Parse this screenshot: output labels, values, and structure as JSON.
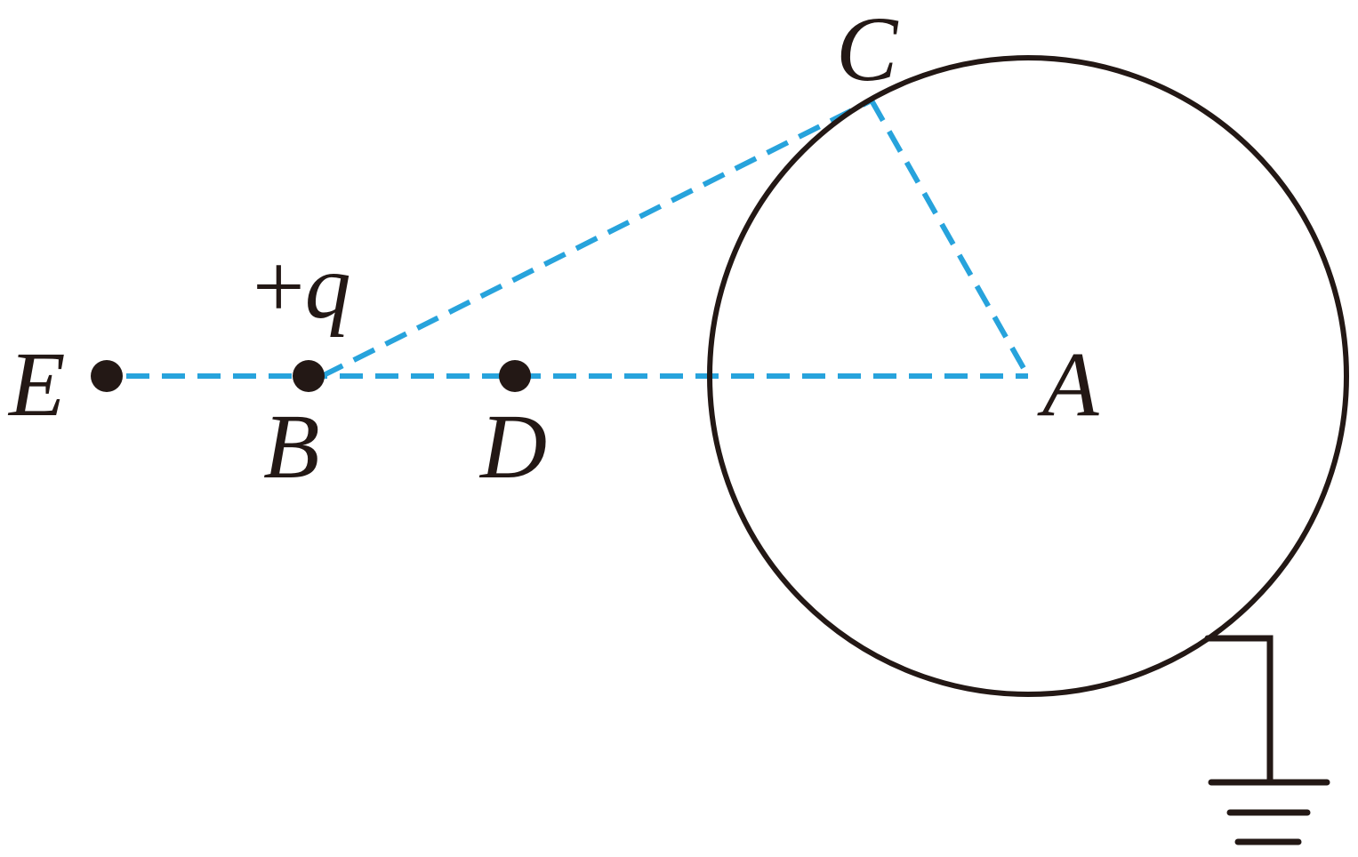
{
  "labels": {
    "E": "E",
    "B": "B",
    "D": "D",
    "A": "A",
    "C": "C",
    "charge_sign": "+",
    "charge_symbol": "q"
  },
  "colors": {
    "ink": "#231815",
    "dashed": "#27a3dc",
    "background": "#ffffff"
  },
  "icons": {
    "ground": "ground-symbol-icon"
  }
}
